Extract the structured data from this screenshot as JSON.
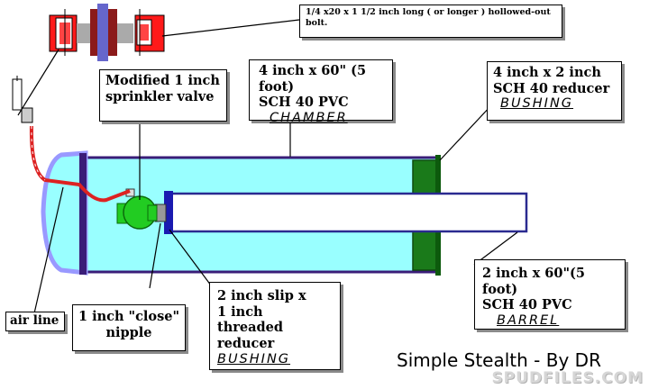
{
  "labels": {
    "bolt": "1/4 x20 x 1 1/2 inch long ( or longer ) hollowed-out bolt.",
    "valve": [
      "Modified 1 inch",
      "sprinkler valve"
    ],
    "chamber": [
      "4 inch x 60\" (5 foot)",
      "SCH 40 PVC",
      "CHAMBER"
    ],
    "reducer": [
      "4 inch x 2 inch",
      "SCH 40 reducer",
      "BUSHING"
    ],
    "barrel": [
      "2 inch x 60\"(5 foot)",
      "SCH 40 PVC",
      "BARREL"
    ],
    "slip": [
      "2 inch slip x",
      "1 inch threaded",
      "reducer",
      "BUSHING"
    ],
    "nipple": [
      "1 inch \"close\"",
      "nipple"
    ],
    "air_line": "air line"
  },
  "credit": "Simple Stealth - By DR",
  "watermark": "SPUDFILES.COM",
  "colors": {
    "chamber": "#99ffff",
    "chamber_outline": "#3a1d78",
    "end_cap": "#9999ff",
    "bushing": "#1a7a1a",
    "valve": "#22cc22",
    "barrel": "#ffffff",
    "barrel_outline": "#2a2a90",
    "air_line": "#dd2222",
    "bolt_red": "#ff1a1a"
  }
}
